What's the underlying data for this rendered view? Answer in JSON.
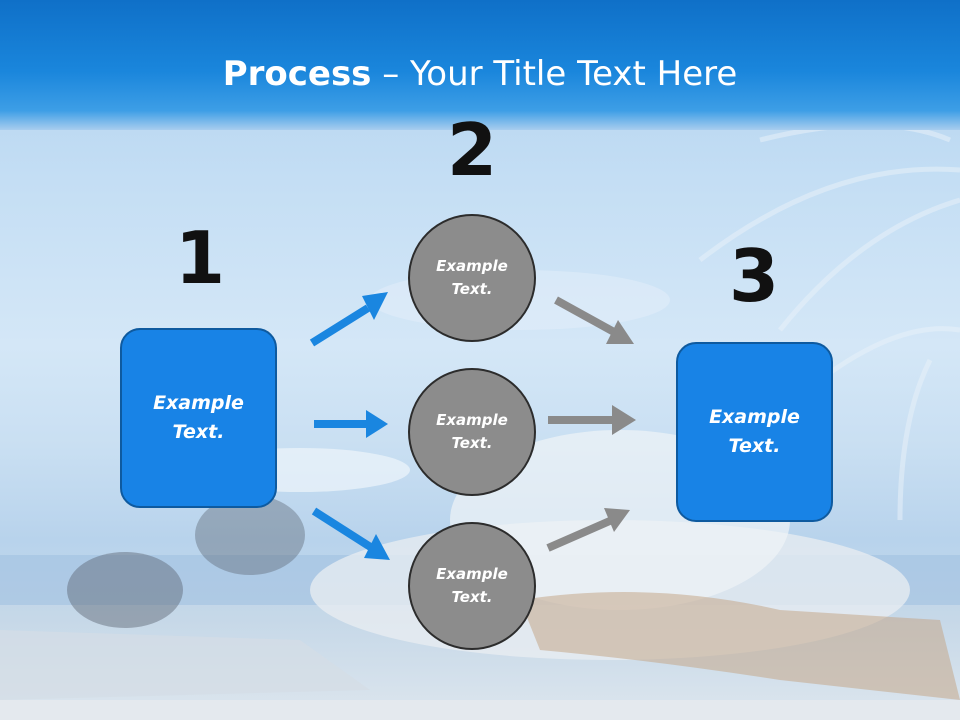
{
  "title": {
    "strong": "Process",
    "rest": " – Your Title Text Here"
  },
  "steps": [
    {
      "number": "1",
      "text": "Example Text."
    },
    {
      "number": "2"
    },
    {
      "number": "3",
      "text": "Example Text."
    }
  ],
  "circles": [
    {
      "text": "Example Text."
    },
    {
      "text": "Example Text."
    },
    {
      "text": "Example Text."
    }
  ],
  "colors": {
    "header": "#1a86dc",
    "box_fill": "#1883e6",
    "blue_arrow": "#1a86e0",
    "circle_fill": "#8c8c8c",
    "gray_arrow": "#8a8a8a"
  }
}
